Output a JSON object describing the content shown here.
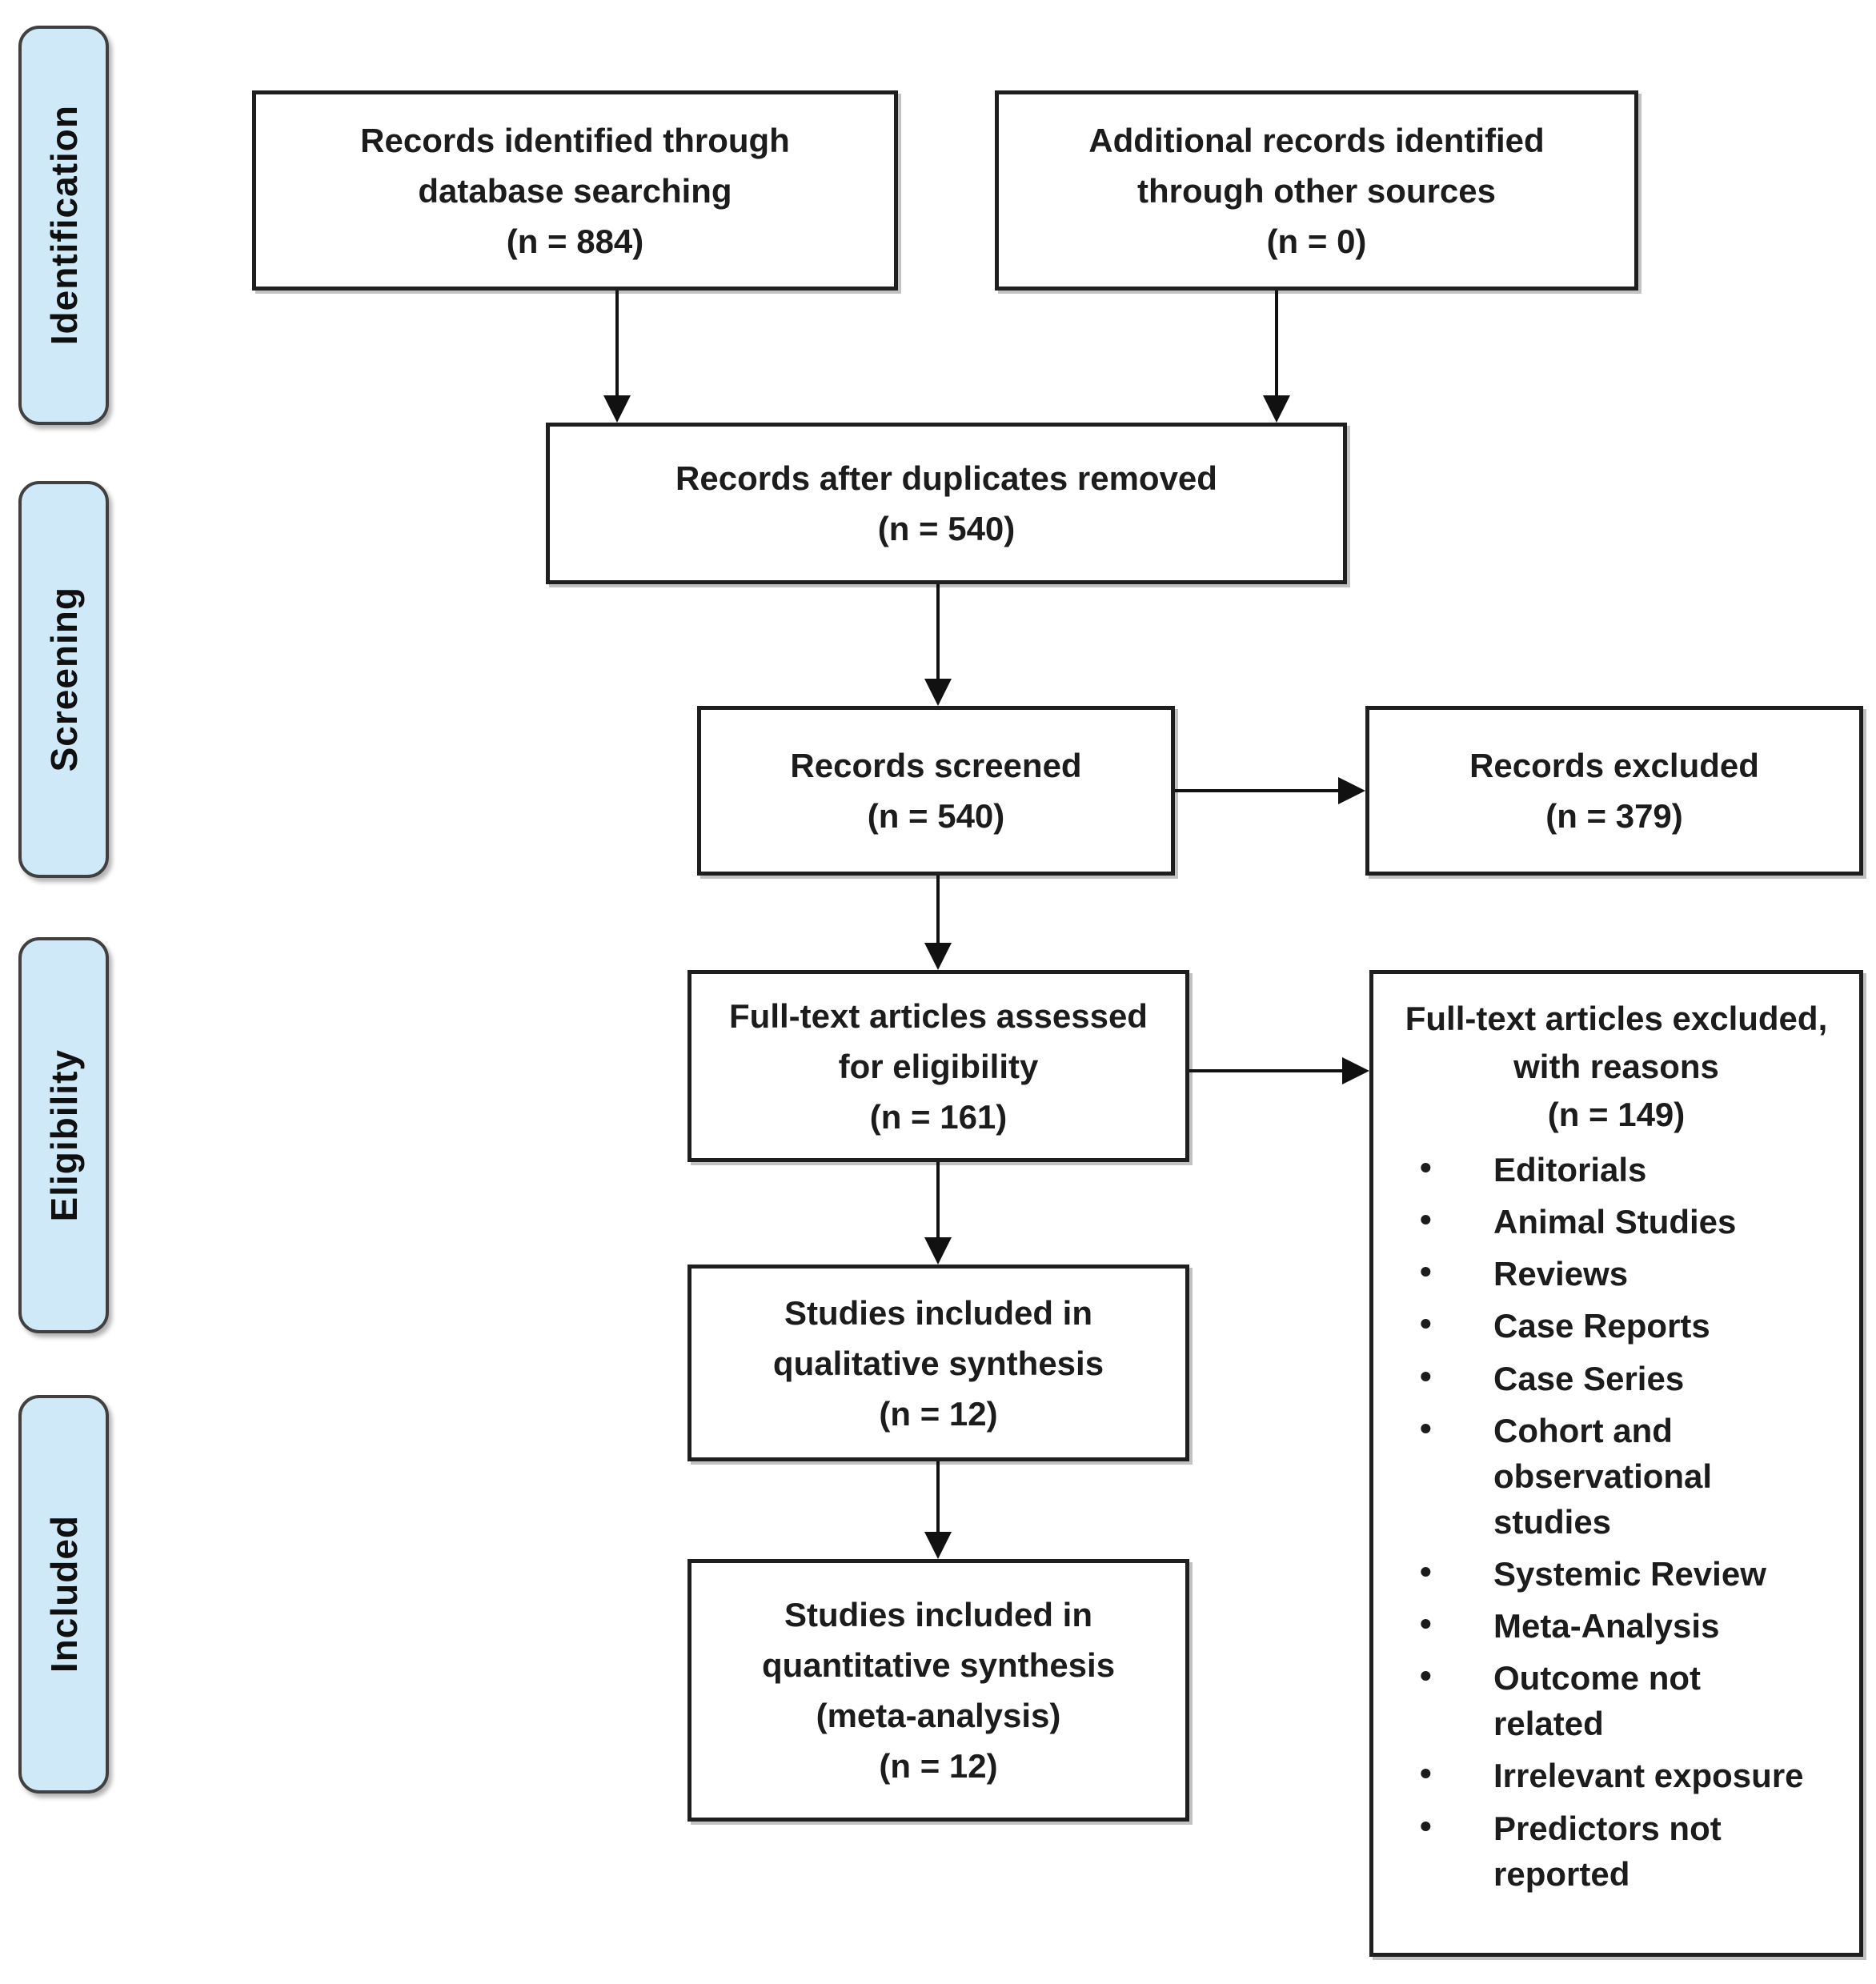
{
  "diagram": {
    "stages": [
      {
        "label": "Identification"
      },
      {
        "label": "Screening"
      },
      {
        "label": "Eligibility"
      },
      {
        "label": "Included"
      }
    ],
    "boxes": {
      "records_identified": {
        "lines": [
          "Records identified through",
          "database searching",
          "(n = 884)"
        ]
      },
      "additional_records": {
        "lines": [
          "Additional records identified",
          "through other sources",
          "(n = 0)"
        ]
      },
      "after_duplicates": {
        "lines": [
          "Records after duplicates removed",
          "(n = 540)"
        ]
      },
      "records_screened": {
        "lines": [
          "Records screened",
          "(n = 540)"
        ]
      },
      "records_excluded": {
        "lines": [
          "Records excluded",
          "(n = 379)"
        ]
      },
      "fulltext_assessed": {
        "lines": [
          "Full-text articles assessed",
          "for eligibility",
          "(n = 161)"
        ]
      },
      "fulltext_excluded": {
        "lines": [
          "Full-text articles excluded,",
          "with reasons",
          "(n = 149)"
        ],
        "reasons": [
          "Editorials",
          "Animal Studies",
          "Reviews",
          "Case Reports",
          "Case Series",
          "Cohort and observational studies",
          "Systemic Review",
          "Meta-Analysis",
          "Outcome not related",
          "Irrelevant exposure",
          "Predictors not reported"
        ]
      },
      "qualitative": {
        "lines": [
          "Studies included in",
          "qualitative synthesis",
          "(n = 12)"
        ]
      },
      "quantitative": {
        "lines": [
          "Studies included in",
          "quantitative synthesis",
          "(meta-analysis)",
          "(n = 12)"
        ]
      }
    },
    "colors": {
      "stage_fill": "#cfe9f9",
      "stage_border": "#404040",
      "box_border": "#1f1f1f",
      "arrow": "#111111",
      "background": "#ffffff",
      "text": "#1c1c1c"
    }
  }
}
